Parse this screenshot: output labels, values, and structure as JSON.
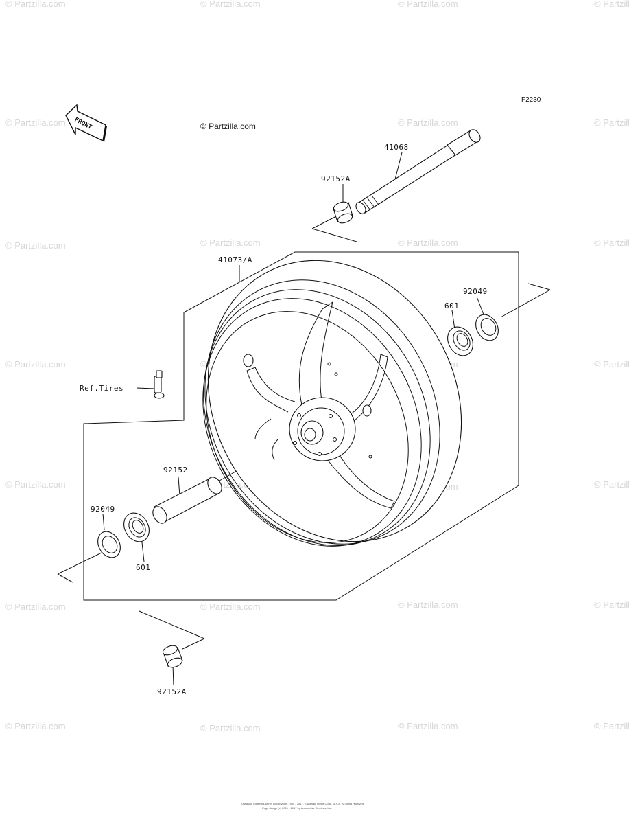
{
  "figure_code": "F2230",
  "credit": "© Partzilla.com",
  "watermark": "© Partzilla.com",
  "front_label": "FRONT",
  "labels": {
    "axle": "41068",
    "collar_top": "92152A",
    "wheel": "41073/A",
    "seal_right": "92049",
    "bearing_right": "601",
    "valve_ref": "Ref.Tires",
    "spacer": "92152",
    "seal_left": "92049",
    "bearing_left": "601",
    "collar_bottom": "92152A"
  },
  "footer": {
    "line1": "Kawasaki materials within all copyright 1995 - 2017, Kawasaki Motor Corp., U.S.A. All rights reserved.",
    "line2": "Page design (c) 2001 - 2017 by Automotive Services, Inc."
  }
}
